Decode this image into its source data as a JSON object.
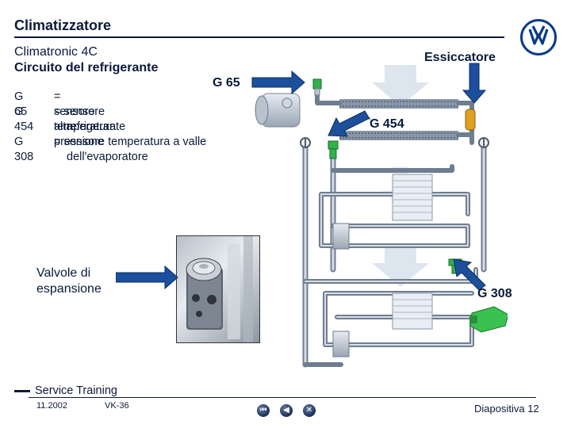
{
  "header": {
    "title": "Climatizzatore",
    "subtitle1": "Climatronic 4C",
    "subtitle2": "Circuito del refrigerante"
  },
  "legend": [
    {
      "code": "G 65",
      "desc": "= sensore alta pressione"
    },
    {
      "code": "G 454",
      "desc": "= sensore temperatura",
      "desc2": "refrigerante"
    },
    {
      "code": "G 308",
      "desc": "= sensore temperatura a valle",
      "desc2": "dell'evaporatore"
    }
  ],
  "callouts": {
    "essiccatore": "Essiccatore",
    "g65": "G 65",
    "g454": "G 454",
    "g308": "G 308",
    "valve_line1": "Valvole di",
    "valve_line2": "espansione"
  },
  "footer": {
    "brand": "Service Training",
    "date": "11.2002",
    "code": "VK-36",
    "slide": "Diapositiva 12"
  },
  "colors": {
    "navy": "#0a1a3a",
    "arrow_blue": "#1c4f9c",
    "sensor_green": "#2fb34a",
    "dryer_orange": "#e0a020"
  },
  "icons": [
    "vw-logo-icon",
    "back-to-start-icon",
    "previous-icon",
    "close-icon"
  ]
}
